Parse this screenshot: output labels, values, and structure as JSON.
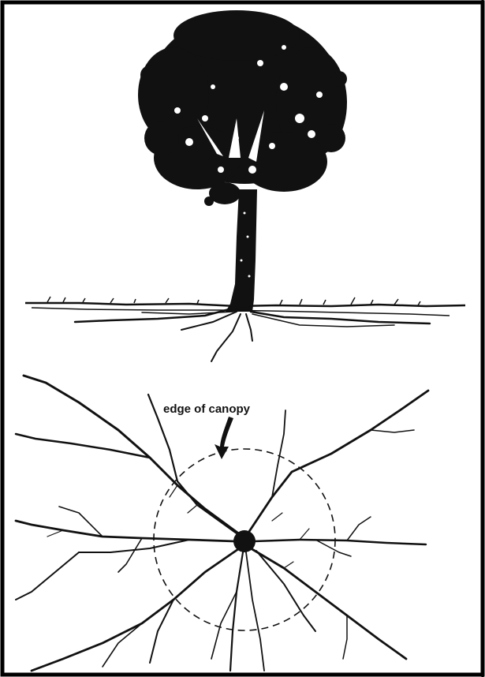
{
  "diagram": {
    "canopy_label": "edge of canopy",
    "colors": {
      "ink": "#111111",
      "background": "#ffffff",
      "frame": "#000000"
    },
    "icons": [
      "tree-illustration",
      "root-spread-illustration"
    ]
  }
}
